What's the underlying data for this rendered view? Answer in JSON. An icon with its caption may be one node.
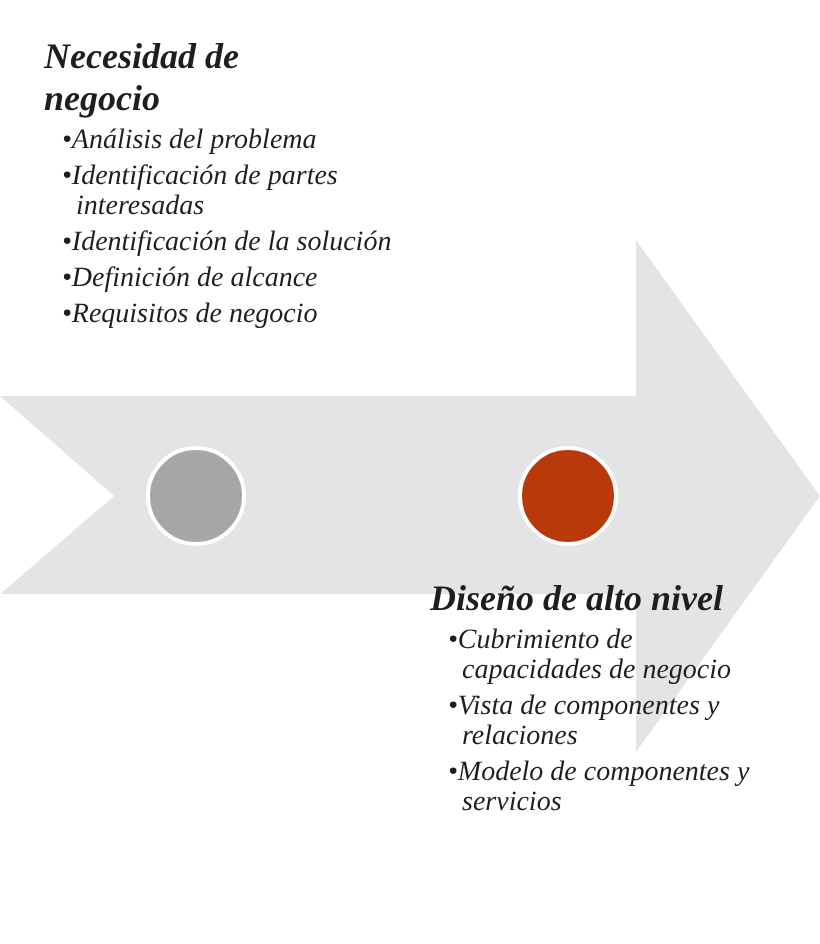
{
  "diagram": {
    "nodes": [
      {
        "text": [],
        "shape": "arrow"
      },
      {
        "text": [],
        "shape": "circle",
        "in": 0,
        "beside": [
          "Necesidad de negocio",
          "•Análisis del problema",
          "•Identificación de partes interesadas",
          "•Identificación de la solución",
          "•Definición de alcance",
          "•Requisitos de negocio"
        ]
      },
      {
        "text": [],
        "shape": "circle",
        "in": 0,
        "beside": [
          "Diseño de alto nivel",
          "•Cubrimiento de capacidades de negocio",
          "•Vista de componentes y relaciones",
          "•Modelo de componentes y servicios"
        ]
      }
    ]
  }
}
